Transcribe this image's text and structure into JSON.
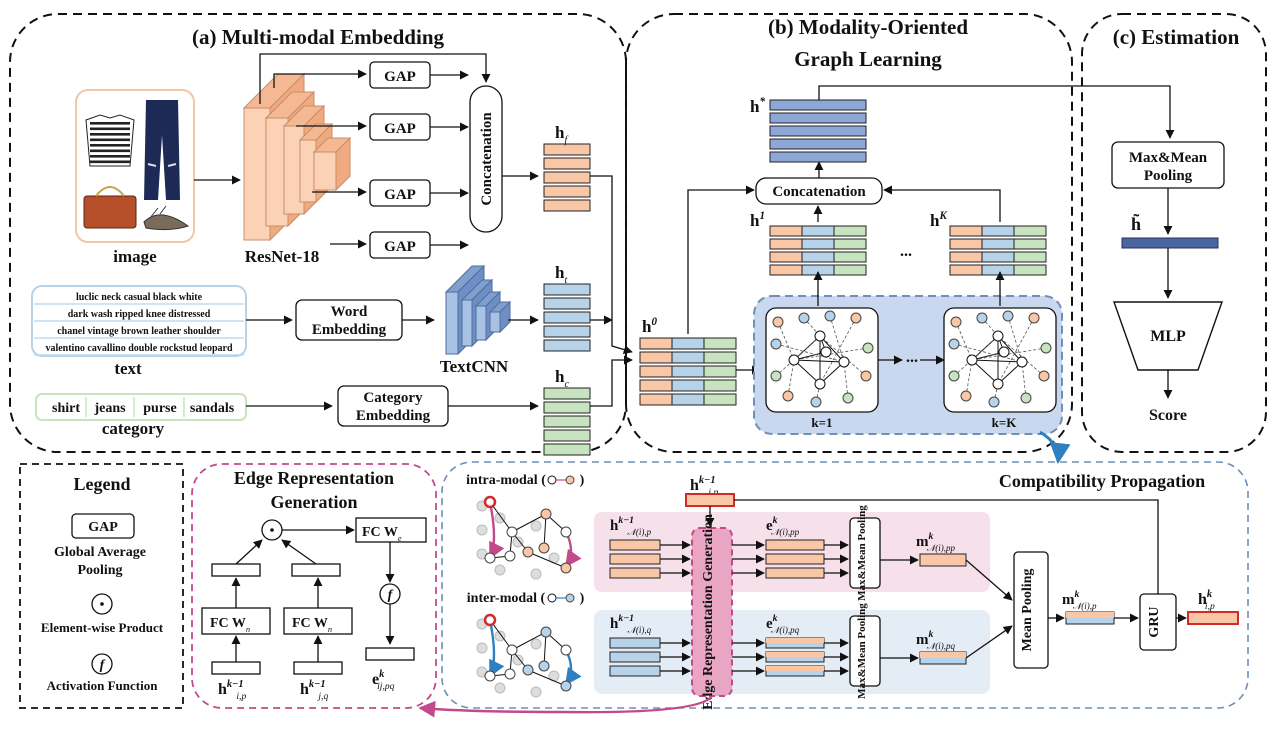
{
  "panels": {
    "a": "(a) Multi-modal Embedding",
    "b1": "(b) Modality-Oriented",
    "b2": "Graph Learning",
    "c": "(c) Estimation",
    "edge1": "Edge Representation",
    "edge2": "Generation",
    "legend": "Legend",
    "compat": "Compatibility Propagation"
  },
  "labels": {
    "image": "image",
    "resnet": "ResNet-18",
    "gap": "GAP",
    "concatenation": "Concatenation",
    "text": "text",
    "word1": "Word",
    "word2": "Embedding",
    "textcnn": "TextCNN",
    "category": "category",
    "cat1": "Category",
    "cat2": "Embedding",
    "hf": "h",
    "hf_sub": "f",
    "ht": "h",
    "ht_sub": "t",
    "hc": "h",
    "hc_sub": "c",
    "h0": "h",
    "h0_sup": "0",
    "hstar": "h",
    "hstar_sup": "*",
    "h1": "h",
    "h1_sup": "1",
    "hK": "h",
    "hK_sup": "K",
    "dots": "...",
    "k1": "k=1",
    "kK": "k=K",
    "maxmean1": "Max&Mean",
    "maxmean2": "Pooling",
    "htilde": "h̃",
    "mlp": "MLP",
    "score": "Score",
    "intra": "intra-modal (",
    "inter": "inter-modal (",
    "erg_vert": "Edge Representation Generation",
    "mean_pool": "Mean Pooling",
    "gru": "GRU",
    "fc_we": "FC W",
    "fc_wn": "FC W",
    "odot": "⊙",
    "fsym": "f",
    "legend_gap_desc1": "Global Average",
    "legend_gap_desc2": "Pooling",
    "legend_odot_desc": "Element-wise Product",
    "legend_f_desc": "Activation Function",
    "h_ipk1": "h",
    "e_npp": "e",
    "m_npp": "m",
    "h_nq": "h",
    "e_npq": "e",
    "m_npq": "m",
    "m_np": "m",
    "h_ip": "h",
    "e_ijpq": "e",
    "h_jqk1": "h"
  },
  "text_items": [
    "luclic neck casual black white",
    "dark wash ripped knee distressed",
    "chanel vintage brown leather shoulder",
    "valentino cavallino double rockstud leopard"
  ],
  "category_items": [
    "shirt",
    "jeans",
    "purse",
    "sandals"
  ],
  "colors": {
    "orange": "#f9c7a6",
    "blue": "#b7d3ea",
    "green": "#c8e3bf",
    "navy": "#4a66a0",
    "graphbg": "#c9d8ee",
    "pink_bg": "#f6e1ea",
    "blue_bg": "#e4edf6",
    "magenta": "#c24a8a",
    "red": "#d02a2a"
  }
}
